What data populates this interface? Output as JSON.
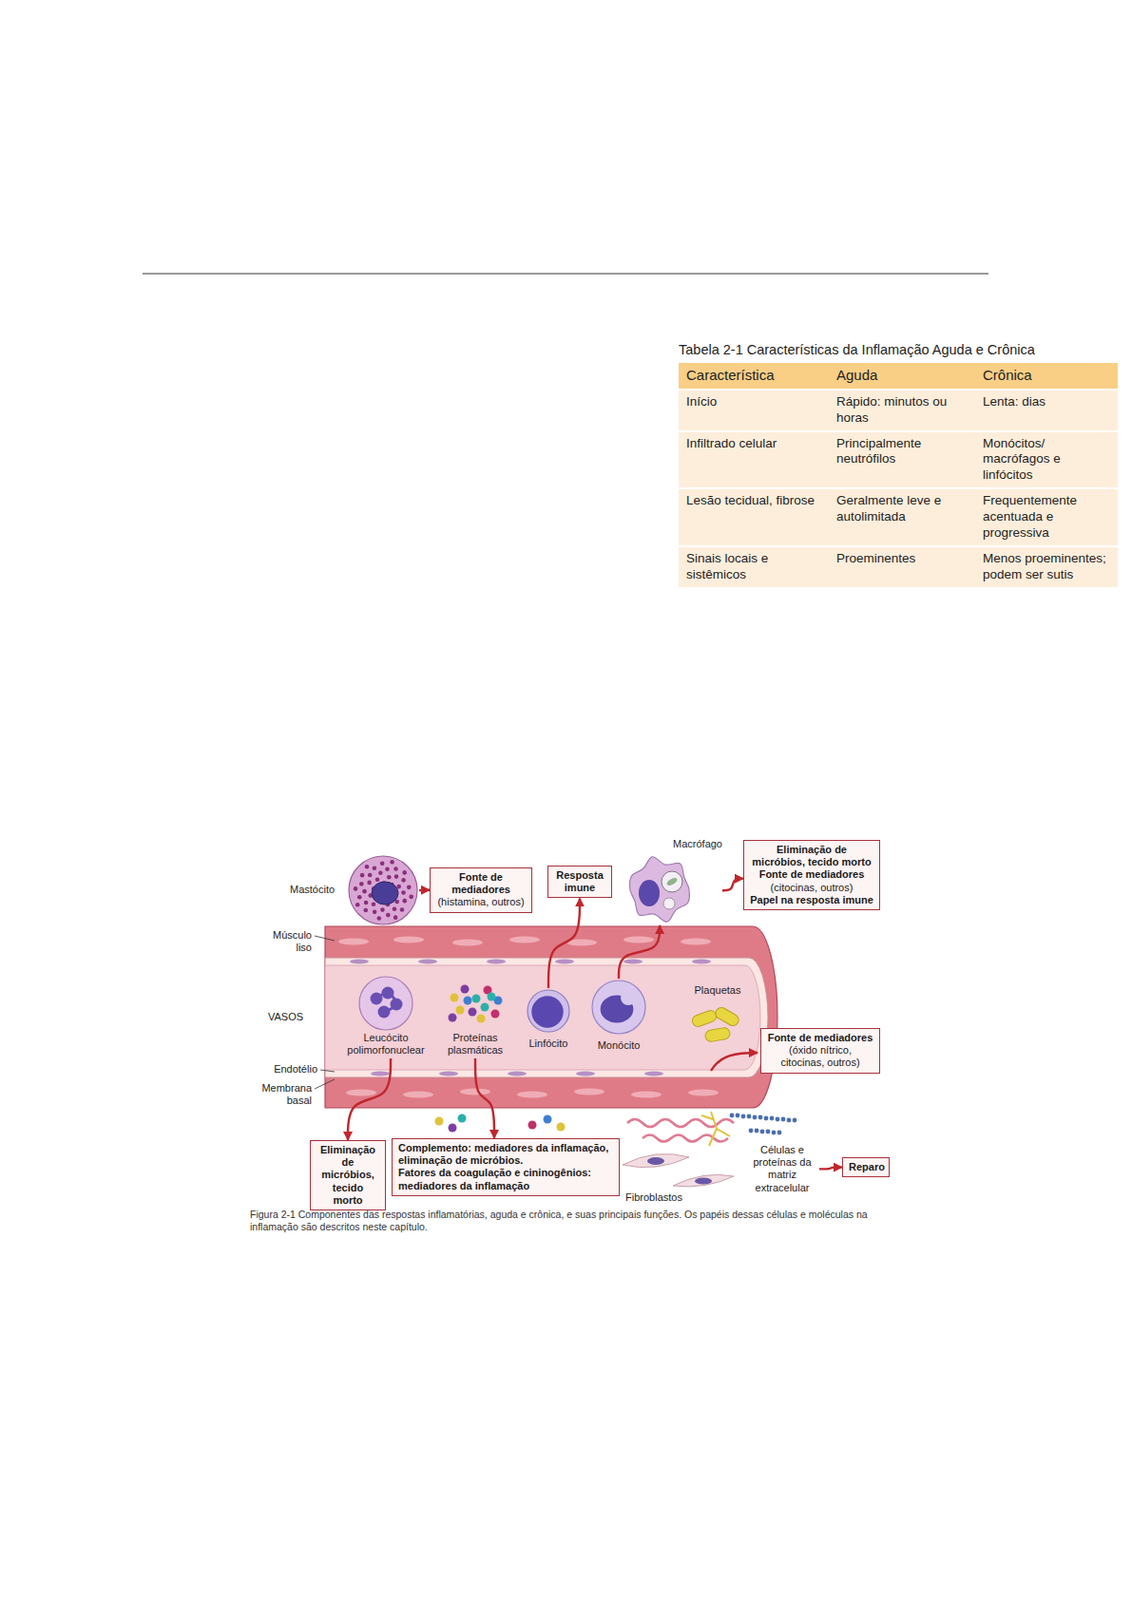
{
  "diagram": {
    "caption": "Figura 2-1 Componentes das respostas inflamatórias, aguda e crônica, e suas principais funções. Os papéis dessas células e moléculas na inflamação são descritos neste capítulo.",
    "nodes": [
      {
        "text": [
          "Mastócito"
        ]
      },
      {
        "text": [
          "Fonte de mediadores",
          "(histamina, outros)"
        ]
      },
      {
        "text": [
          "Resposta imune"
        ]
      },
      {
        "text": [
          "Macrófago"
        ]
      },
      {
        "text": [
          "Eliminação de micróbios, tecido morto",
          "Fonte de mediadores",
          "(citocinas, outros)",
          "Papel na resposta imune"
        ]
      },
      {
        "text": [
          "Leucócito polimorfonuclear"
        ]
      },
      {
        "text": [
          "Proteínas plasmáticas"
        ]
      },
      {
        "text": [
          "Linfócito"
        ]
      },
      {
        "text": [
          "Monócito"
        ]
      },
      {
        "text": [
          "Plaquetas"
        ]
      },
      {
        "text": [
          "Fonte de mediadores",
          "(óxido nítrico, citocinas, outros)"
        ]
      },
      {
        "text": [
          "Eliminação de micróbios, tecido morto"
        ]
      },
      {
        "text": [
          "Complemento: mediadores da inflamação, eliminação de micróbios.",
          "Fatores da coagulação e cininogênios: mediadores da inflamação"
        ]
      },
      {
        "text": [
          "Células e proteínas da matriz extracelular"
        ]
      },
      {
        "text": [
          "Reparo"
        ]
      }
    ],
    "edges": [
      {
        "from": 0,
        "to": 1,
        "arrow": "to"
      },
      {
        "from": 7,
        "to": 2,
        "arrow": "to"
      },
      {
        "from": 8,
        "to": 3,
        "arrow": "to"
      },
      {
        "from": 3,
        "to": 4,
        "arrow": "to"
      },
      {
        "from": 5,
        "to": 11,
        "arrow": "to"
      },
      {
        "from": 6,
        "to": 12,
        "arrow": "to"
      },
      {
        "from": 13,
        "to": 14,
        "arrow": "to"
      }
    ],
    "labels": [
      "Tabela 2-1 Características da Inflamação Aguda e Crônica",
      "Característica",
      "Aguda",
      "Crônica",
      "Início",
      "Rápido: minutos ou horas",
      "Lenta: dias",
      "Infiltrado celular",
      "Principalmente neutrófilos",
      "Monócitos/ macrófagos e linfócitos",
      "Lesão tecidual, fibrose",
      "Geralmente leve e autolimitada",
      "Frequentemente acentuada e progressiva",
      "Sinais locais e sistêmicos",
      "Proeminentes",
      "Menos proeminentes; podem ser sutis",
      "Músculo liso",
      "VASOS",
      "Endotélio",
      "Membrana basal",
      "Fibroblastos"
    ]
  }
}
